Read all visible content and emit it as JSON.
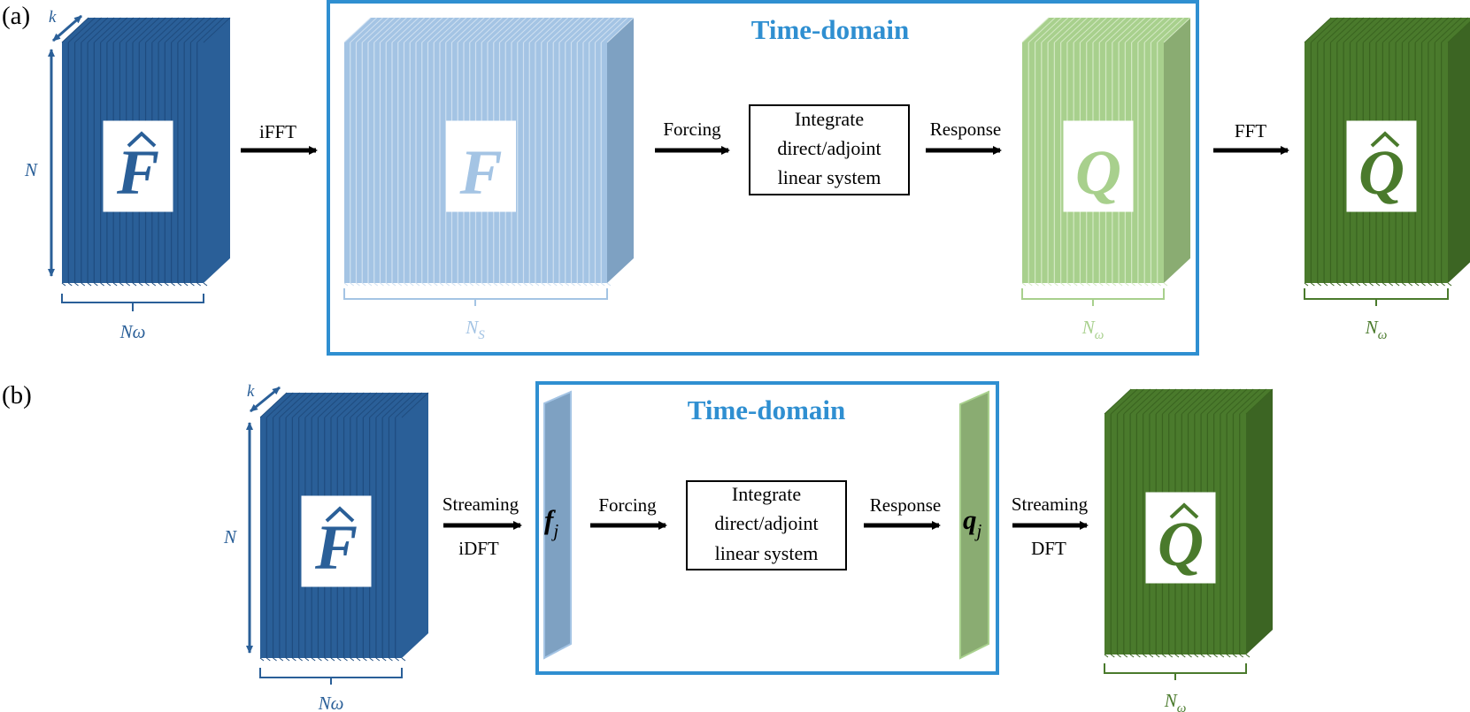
{
  "colors": {
    "dark_blue": "#2a5f98",
    "dark_blue_line": "#1f4c7f",
    "light_blue": "#a4c4e4",
    "light_blue_side": "#7ea1c2",
    "light_green": "#a8d08d",
    "light_green_side": "#8aac72",
    "dark_green": "#4a7a2c",
    "dark_green_side": "#3c6523",
    "frame_blue": "#2f8fd1",
    "arrow": "#000000"
  },
  "panel_a": {
    "label": "(a)",
    "time_domain_title": "Time-domain",
    "stack_F_hat": {
      "symbol": "F",
      "hat": true,
      "dim_k": "k",
      "dim_N": "N",
      "brace": "Nω"
    },
    "arrow_ifft": "iFFT",
    "stack_F": {
      "symbol": "F",
      "brace": "N",
      "brace_sub": "S"
    },
    "arrow_forcing": "Forcing",
    "integrate_box": [
      "Integrate",
      "direct/adjoint",
      "linear system"
    ],
    "arrow_response": "Response",
    "stack_Q": {
      "symbol": "Q",
      "brace": "N",
      "brace_sub": "ω"
    },
    "arrow_fft": "FFT",
    "stack_Q_hat": {
      "symbol": "Q",
      "hat": true,
      "brace": "N",
      "brace_sub": "ω"
    }
  },
  "panel_b": {
    "label": "(b)",
    "time_domain_title": "Time-domain",
    "stack_F_hat": {
      "symbol": "F",
      "hat": true,
      "dim_k": "k",
      "dim_N": "N",
      "brace": "Nω"
    },
    "arrow_idft_top": "Streaming",
    "arrow_idft_bottom": "iDFT",
    "slice_f": {
      "symbol": "f",
      "sub": "j"
    },
    "arrow_forcing": "Forcing",
    "integrate_box": [
      "Integrate",
      "direct/adjoint",
      "linear system"
    ],
    "arrow_response": "Response",
    "slice_q": {
      "symbol": "q",
      "sub": "j"
    },
    "arrow_dft_top": "Streaming",
    "arrow_dft_bottom": "DFT",
    "stack_Q_hat": {
      "symbol": "Q",
      "hat": true,
      "brace": "N",
      "brace_sub": "ω"
    }
  }
}
